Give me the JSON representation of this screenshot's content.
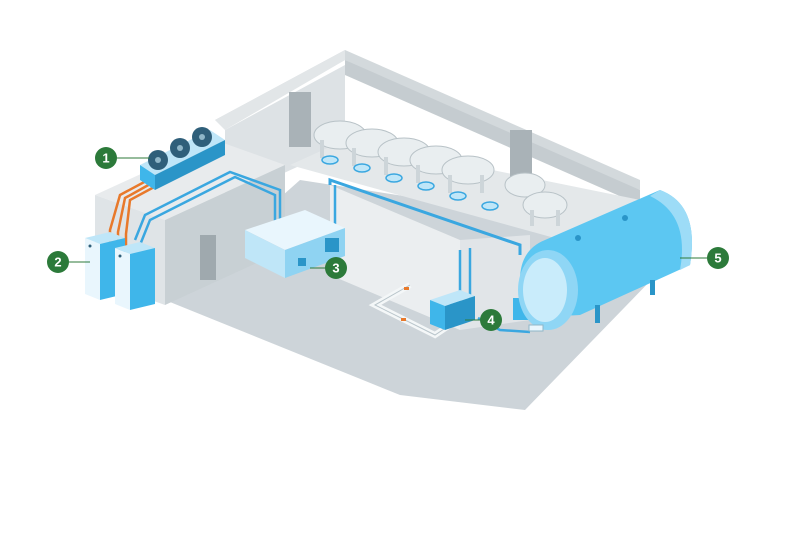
{
  "colors": {
    "background": "#ffffff",
    "floor": "#c9d1d6",
    "wall_light": "#e6eaec",
    "wall_mid": "#d6dcdf",
    "wall_dark": "#bcc5ca",
    "equipment_blue": "#3fb6ea",
    "equipment_light": "#bfe6f8",
    "pipe_blue": "#3aa7e0",
    "pipe_orange": "#e8792b",
    "tank_blue": "#5cc7f2",
    "callout_green": "#2c7a3a",
    "callout_line": "#2c7a3a",
    "cow": "#e9eef0"
  },
  "callouts": [
    {
      "number": "1",
      "target": "condenser-fans-unit"
    },
    {
      "number": "2",
      "target": "compressor-units"
    },
    {
      "number": "3",
      "target": "ice-bank-cooler"
    },
    {
      "number": "4",
      "target": "plate-heat-exchanger"
    },
    {
      "number": "5",
      "target": "milk-storage-tank"
    }
  ]
}
